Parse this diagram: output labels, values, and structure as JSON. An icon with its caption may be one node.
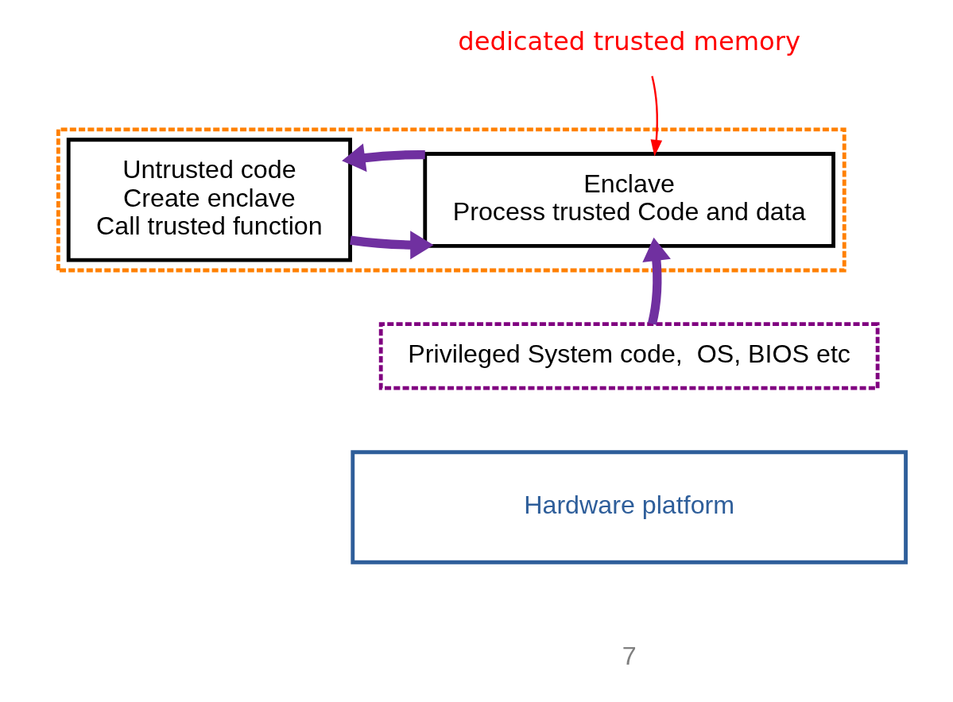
{
  "diagram": {
    "nodes": [
      {
        "text": [],
        "shape": "box"
      },
      {
        "text": [
          "Untrusted code",
          "Create enclave",
          "Call trusted function"
        ],
        "in": 0
      },
      {
        "text": [
          "Enclave",
          "Process trusted Code and data"
        ],
        "in": 0
      },
      {
        "text": [
          "Privileged System code,  OS, BIOS etc"
        ]
      },
      {
        "text": [
          "Hardware platform"
        ]
      },
      {
        "text": [
          "dedicated trusted memory"
        ]
      }
    ],
    "edges": [
      {
        "from": 1,
        "to": 2,
        "arrow": "to"
      },
      {
        "from": 2,
        "to": 1,
        "arrow": "to"
      },
      {
        "from": 3,
        "to": 2,
        "arrow": "to"
      },
      {
        "from": 5,
        "to": 2,
        "arrow": "to",
        "color": "#ff0000"
      }
    ],
    "labels": [
      "7"
    ]
  }
}
